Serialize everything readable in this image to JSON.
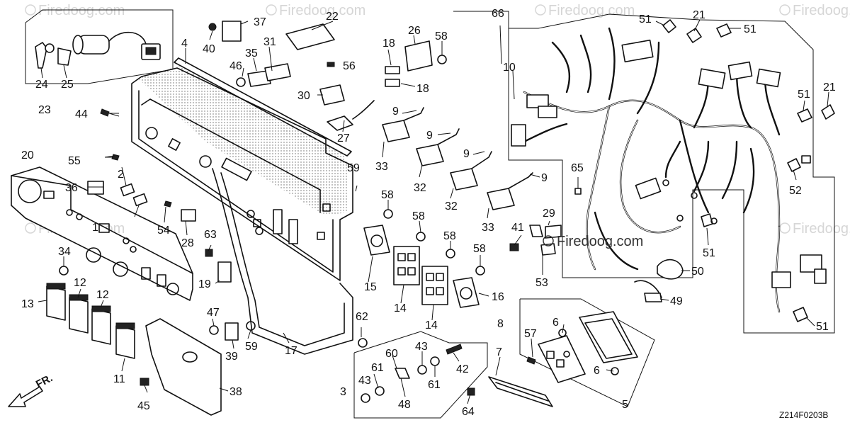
{
  "watermark_text": "Firedoog.com",
  "diagram_code": "Z214F0203B",
  "front_label": "FR.",
  "callouts": {
    "c1": "1",
    "c2": "2",
    "c3": "3",
    "c4": "4",
    "c5": "5",
    "c6a": "6",
    "c6b": "6",
    "c7": "7",
    "c8": "8",
    "c9a": "9",
    "c9b": "9",
    "c9c": "9",
    "c9d": "9",
    "c10": "10",
    "c11": "11",
    "c12a": "12",
    "c12b": "12",
    "c13": "13",
    "c14a": "14",
    "c14b": "14",
    "c15": "15",
    "c16": "16",
    "c17": "17",
    "c18a": "18",
    "c18b": "18",
    "c19": "19",
    "c20": "20",
    "c21a": "21",
    "c21b": "21",
    "c22": "22",
    "c23": "23",
    "c24": "24",
    "c25": "25",
    "c26": "26",
    "c27": "27",
    "c28": "28",
    "c29": "29",
    "c30": "30",
    "c31": "31",
    "c32a": "32",
    "c32b": "32",
    "c33a": "33",
    "c33b": "33",
    "c34": "34",
    "c35": "35",
    "c36": "36",
    "c37": "37",
    "c38": "38",
    "c39": "39",
    "c40": "40",
    "c41": "41",
    "c42": "42",
    "c43a": "43",
    "c43b": "43",
    "c44": "44",
    "c45": "45",
    "c46": "46",
    "c47": "47",
    "c48": "48",
    "c49": "49",
    "c50": "50",
    "c51a": "51",
    "c51b": "51",
    "c51c": "51",
    "c51d": "51",
    "c51e": "51",
    "c52": "52",
    "c53": "53",
    "c54": "54",
    "c55": "55",
    "c56": "56",
    "c57": "57",
    "c58a": "58",
    "c58b": "58",
    "c58c": "58",
    "c58d": "58",
    "c58e": "58",
    "c59a": "59",
    "c59b": "59",
    "c60": "60",
    "c61a": "61",
    "c61b": "61",
    "c62": "62",
    "c63": "63",
    "c64": "64",
    "c65": "65",
    "c66": "66"
  }
}
